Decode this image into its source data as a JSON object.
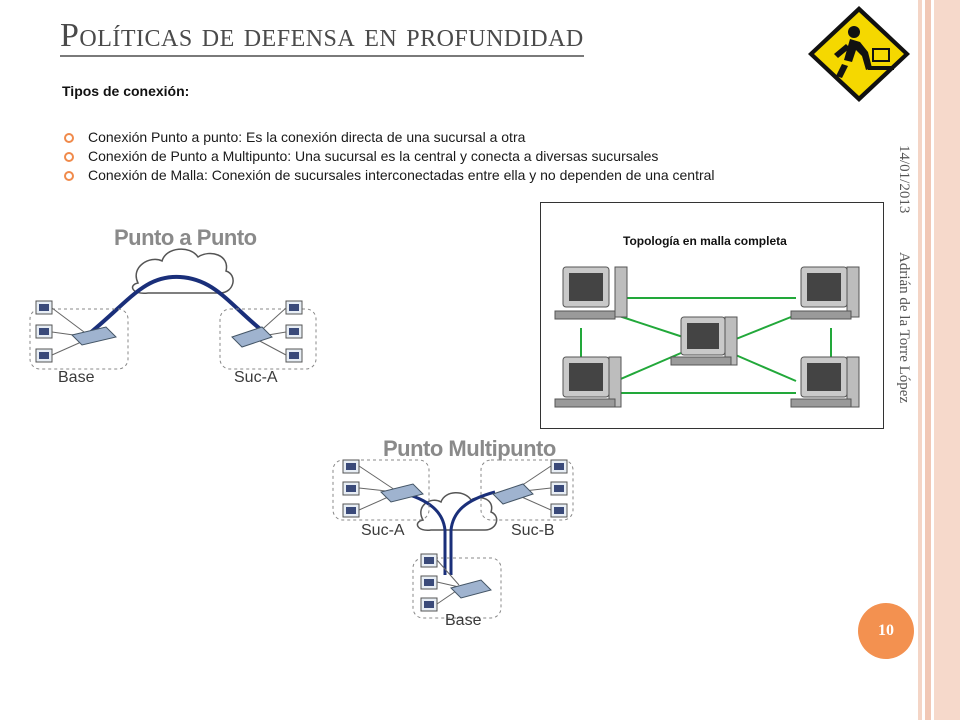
{
  "title": "Políticas de defensa en profundidad",
  "subheading": "Tipos de conexión:",
  "bullets": [
    "Conexión Punto a punto: Es la conexión directa de una sucursal a otra",
    "Conexión de Punto a Multipunto: Una sucursal es la central y conecta a diversas sucursales",
    "Conexión de Malla: Conexión de sucursales interconectadas entre ella y no dependen de una central"
  ],
  "side": {
    "date": "14/01/2013",
    "author": "Adrián de la Torre López"
  },
  "diagrams": {
    "ptp": {
      "title": "Punto a Punto",
      "left_site": "Base",
      "right_site": "Suc-A"
    },
    "pmp": {
      "title": "Punto Multipunto",
      "site_a": "Suc-A",
      "site_b": "Suc-B",
      "site_base": "Base"
    },
    "mesh": {
      "title": "Topología en malla completa"
    }
  },
  "page_number": "10",
  "colors": {
    "accent": "#f39150",
    "link": "#1a2f7a",
    "mesh_link": "#22a83a"
  }
}
